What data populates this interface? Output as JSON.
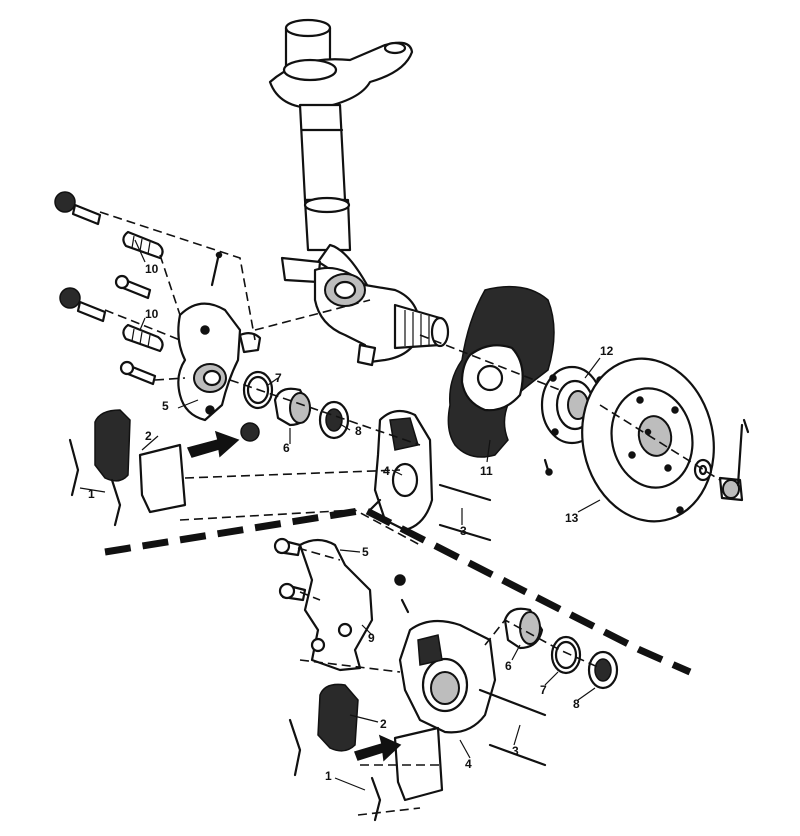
{
  "labels": {
    "l1_upper": "1",
    "l2_upper": "2",
    "l3_upper": "3",
    "l4_upper": "4",
    "l5_upper": "5",
    "l6_upper": "6",
    "l7_upper": "7",
    "l8_upper": "8",
    "l10_a": "10",
    "l10_b": "10",
    "l11": "11",
    "l12": "12",
    "l13": "13",
    "l1_lower": "1",
    "l2_lower": "2",
    "l3_lower": "3",
    "l4_lower": "4",
    "l5_lower": "5",
    "l6_lower": "6",
    "l7_lower": "7",
    "l8_lower": "8",
    "l9_lower": "9"
  }
}
